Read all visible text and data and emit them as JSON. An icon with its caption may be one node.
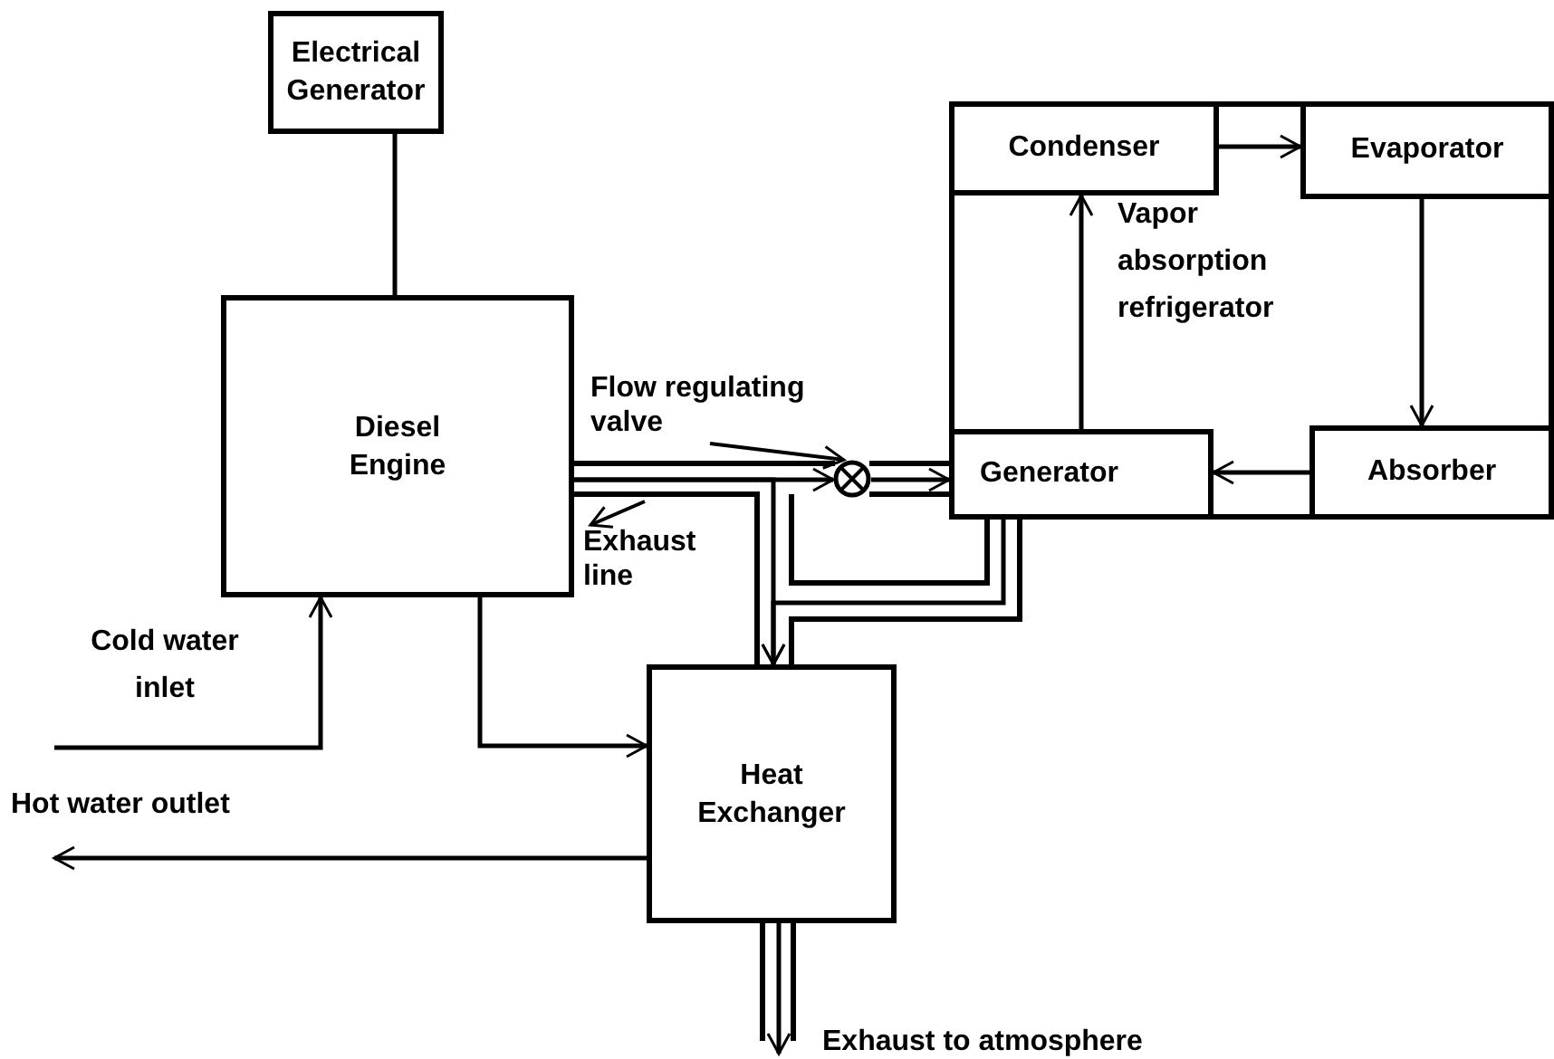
{
  "diagram": {
    "nodes": [
      {
        "text": [
          "Electrical Generator"
        ]
      },
      {
        "text": [
          "Diesel Engine"
        ]
      },
      {
        "text": [
          "Vapor absorption refrigerator"
        ]
      },
      {
        "text": [
          "Condenser"
        ],
        "in": 2
      },
      {
        "text": [
          "Evaporator"
        ],
        "in": 2
      },
      {
        "text": [
          "Generator"
        ],
        "in": 2
      },
      {
        "text": [
          "Absorber"
        ],
        "in": 2
      },
      {
        "text": [
          "Flow regulating valve"
        ]
      },
      {
        "text": [],
        "shape": "circle"
      },
      {
        "text": [
          "Exhaust line"
        ]
      },
      {
        "text": [
          "Heat Exchanger"
        ]
      }
    ],
    "edges": [
      {
        "from": 0,
        "to": 1,
        "arrow": "none"
      },
      {
        "from": 1,
        "to": 8,
        "arrow": "to"
      },
      {
        "from": 8,
        "to": 5,
        "arrow": "to"
      },
      {
        "from": 1,
        "to": 10,
        "arrow": "to"
      },
      {
        "from": 5,
        "to": 10,
        "arrow": "to"
      },
      {
        "from": 1,
        "to": 10,
        "arrow": "to"
      },
      {
        "from": null,
        "to": 1,
        "arrow": "to"
      },
      {
        "from": 10,
        "to": null,
        "arrow": "to"
      },
      {
        "from": 10,
        "to": null,
        "arrow": "to"
      },
      {
        "from": 3,
        "to": 4,
        "arrow": "to"
      },
      {
        "from": 4,
        "to": 6,
        "arrow": "to"
      },
      {
        "from": 6,
        "to": 5,
        "arrow": "to"
      },
      {
        "from": 5,
        "to": 3,
        "arrow": "to"
      },
      {
        "from": 7,
        "to": 8,
        "arrow": "to"
      },
      {
        "from": null,
        "to": 9,
        "arrow": "to"
      }
    ],
    "labels": [
      "Cold water inlet",
      "Hot water outlet",
      "Exhaust to atmosphere"
    ]
  }
}
